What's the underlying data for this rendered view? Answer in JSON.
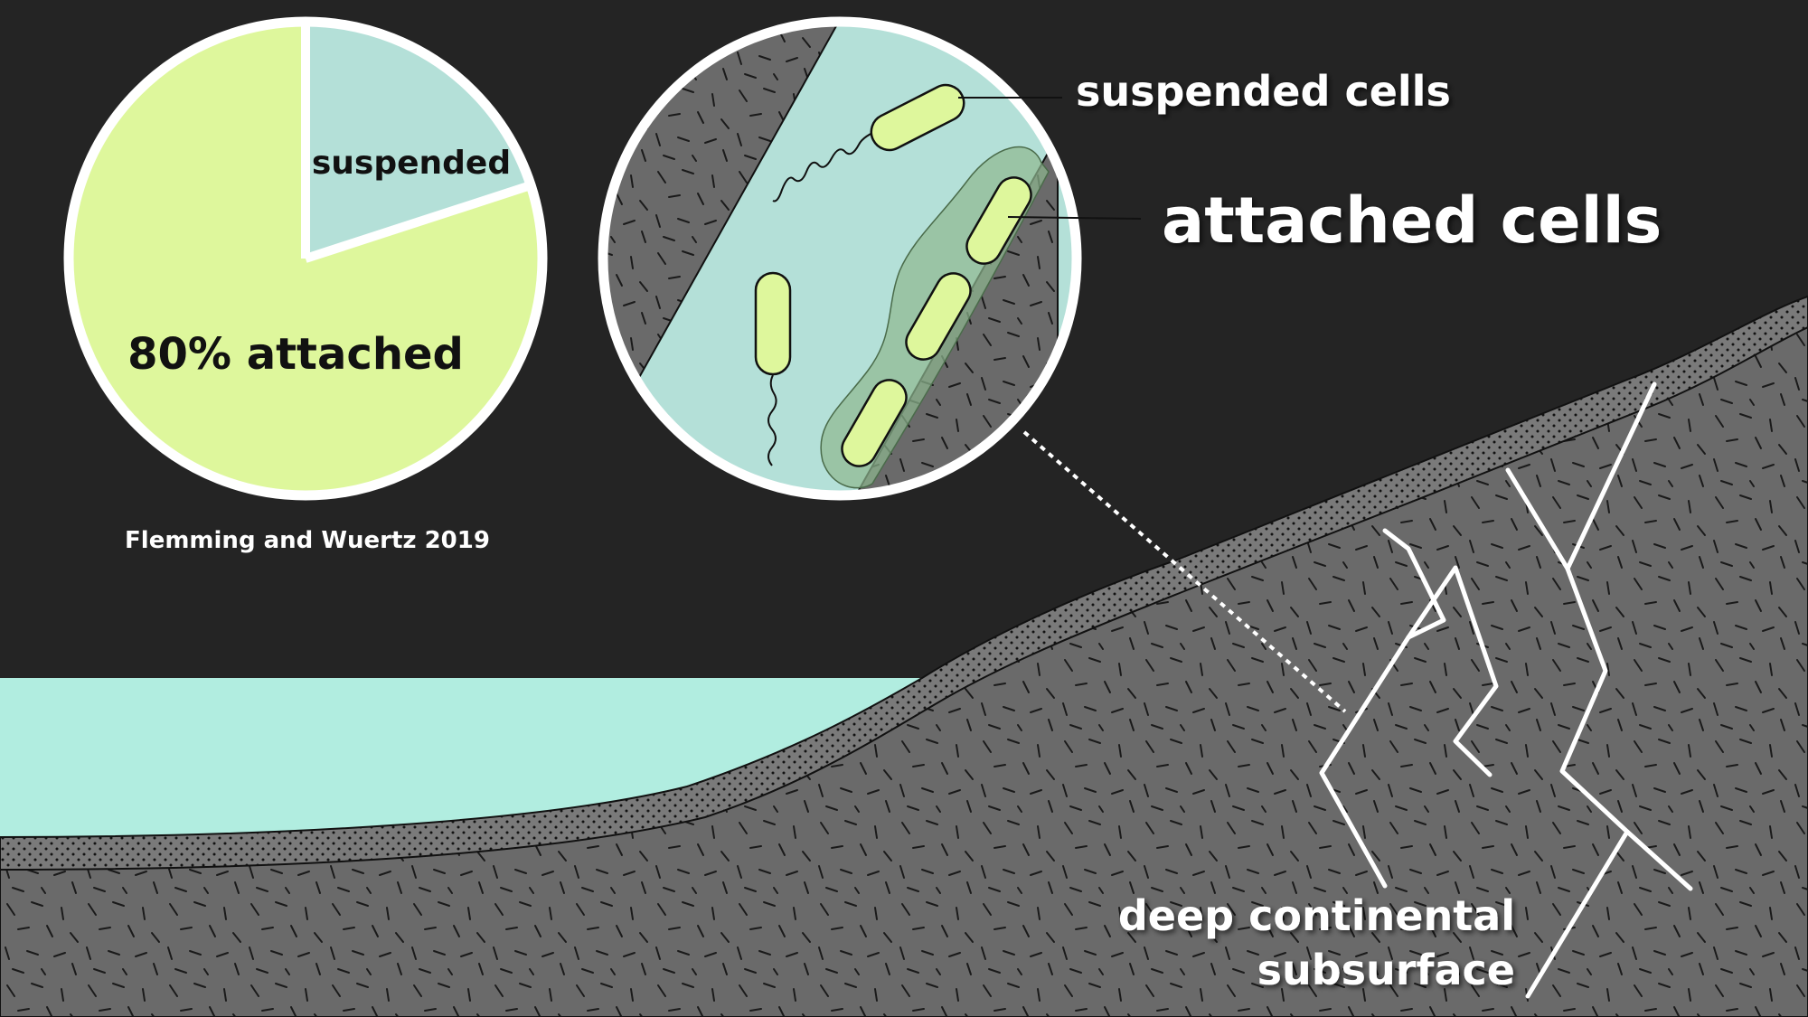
{
  "pie": {
    "suspended_label": "suspended",
    "attached_label": "80% attached",
    "attached_percent": 80,
    "suspended_percent": 20,
    "colors": {
      "attached": "#def79c",
      "suspended": "#b4e0d8"
    },
    "source": "Flemming and Wuertz 2019"
  },
  "callouts": {
    "suspended": "suspended cells",
    "attached": "attached cells"
  },
  "terrain": {
    "label_line1": "deep continental",
    "label_line2": "subsurface"
  },
  "colors": {
    "background": "#242424",
    "rock": "#6a6a6a",
    "water": "#b1ede0",
    "cell": "#def79c",
    "biofilm": "#8fb890"
  }
}
